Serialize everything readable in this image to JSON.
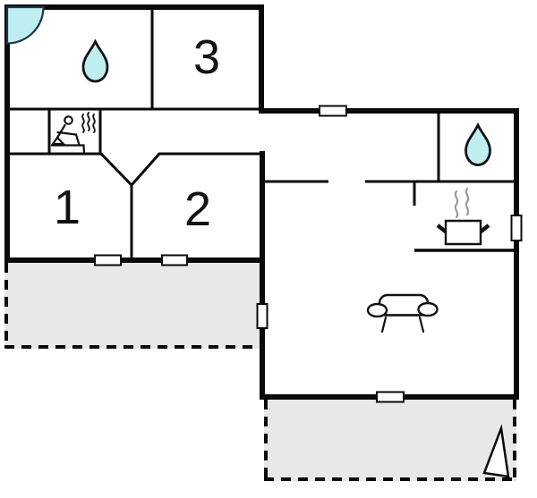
{
  "page": {
    "type": "floor-plan"
  },
  "rooms": {
    "room1": {
      "label": "1"
    },
    "room2": {
      "label": "2"
    },
    "room3": {
      "label": "3"
    }
  },
  "icons": [
    {
      "name": "corner-shower-icon"
    },
    {
      "name": "water-drop-icon"
    },
    {
      "name": "sauna-person-icon"
    },
    {
      "name": "cooking-pot-icon"
    },
    {
      "name": "sofa-icon"
    },
    {
      "name": "north-triangle-icon"
    },
    {
      "name": "window-symbol"
    }
  ],
  "colors": {
    "wall": "#0a0a0a",
    "water_fill": "#bfeef0",
    "water_stroke": "#111111",
    "terrace_fill": "#e8e8e8",
    "window_fill": "#ffffff",
    "steam": "#999999",
    "background": "#ffffff"
  }
}
